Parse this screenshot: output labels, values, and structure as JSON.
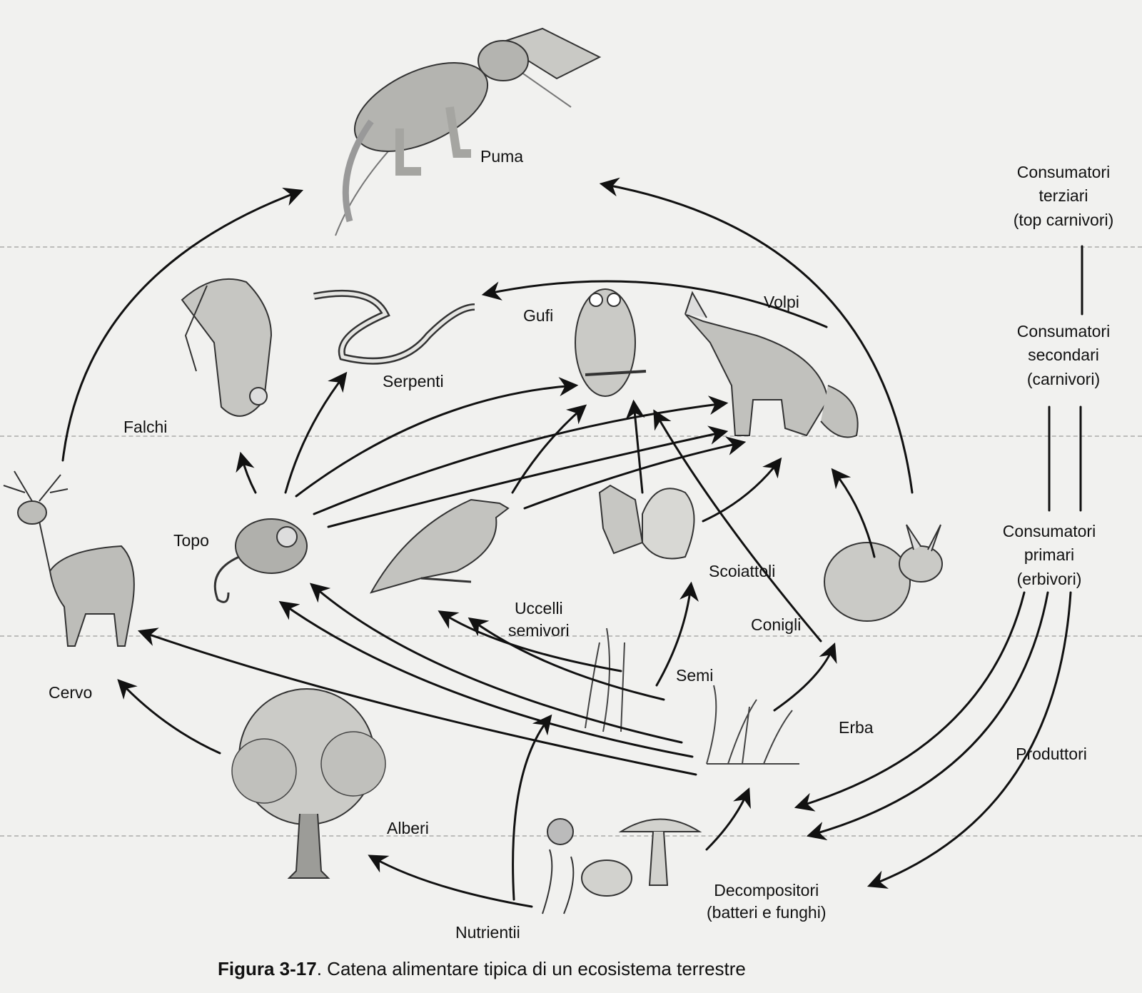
{
  "labels": {
    "puma": "Puma",
    "volpi": "Volpi",
    "gufi": "Gufi",
    "serpenti": "Serpenti",
    "falchi": "Falchi",
    "topo": "Topo",
    "cervo": "Cervo",
    "uccelli_line1": "Uccelli",
    "uccelli_line2": "semivori",
    "scoiattoli": "Scoiattoli",
    "conigli": "Conigli",
    "semi": "Semi",
    "erba": "Erba",
    "alberi": "Alberi",
    "nutrientii": "Nutrientii",
    "decompositori_line1": "Decompositori",
    "decompositori_line2": "(batteri e funghi)"
  },
  "levels": {
    "tertiary": [
      "Consumatori",
      "terziari",
      "(top carnivori)"
    ],
    "secondary": [
      "Consumatori",
      "secondari",
      "(carnivori)"
    ],
    "primary": [
      "Consumatori",
      "primari",
      "(erbivori)"
    ],
    "producers": "Produttori"
  },
  "caption": {
    "figure": "Figura 3-17",
    "text": ". Catena alimentare tipica di un ecosistema terrestre"
  },
  "colors": {
    "ink": "#111111",
    "paper": "#f1f1ef",
    "sketch": "#8a8a88"
  }
}
